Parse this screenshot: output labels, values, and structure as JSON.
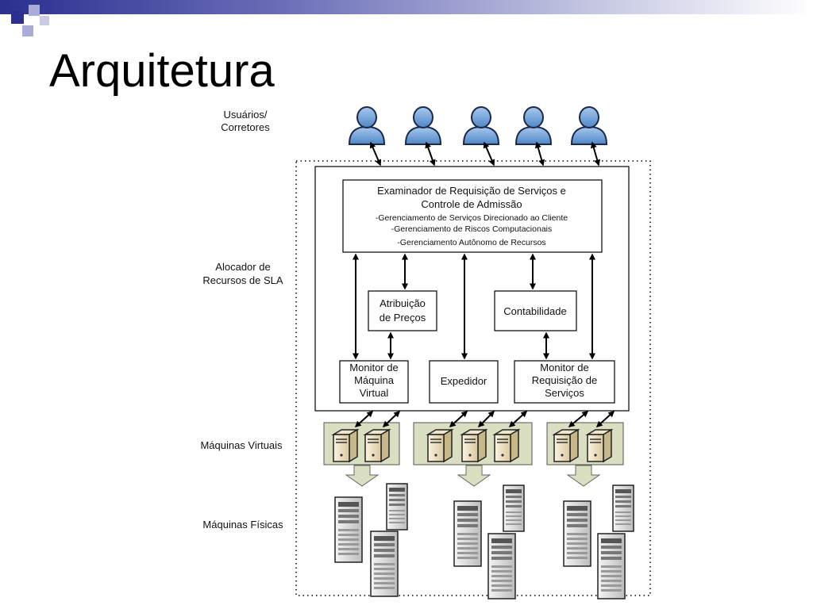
{
  "slide": {
    "title": "Arquitetura"
  },
  "labels": {
    "users": [
      "Usuários/",
      "Corretores"
    ],
    "allocator": [
      "Alocador de",
      "Recursos de SLA"
    ],
    "virtual_machines": "Máquinas Virtuais",
    "physical_machines": "Máquinas Físicas"
  },
  "components": {
    "examiner": {
      "title": [
        "Examinador de Requisição de Serviços e",
        "Controle de Admissão"
      ],
      "items": [
        "-Gerenciamento de Serviços Direcionado ao Cliente",
        "-Gerenciamento de Riscos Computacionais",
        "-Gerenciamento Autônomo de Recursos"
      ]
    },
    "pricing": [
      "Atribuição",
      "de Preços"
    ],
    "accounting": "Contabilidade",
    "vm_monitor": [
      "Monitor de",
      "Máquina",
      "Virtual"
    ],
    "dispatcher": "Expedidor",
    "request_monitor": [
      "Monitor de",
      "Requisição de",
      "Serviços"
    ]
  },
  "colors": {
    "user_fill": "#6f9fd4",
    "user_stroke": "#1b2a4a",
    "vm_group_fill": "#d9dfc0",
    "arrow_fill": "#d9dfc0",
    "header_band": "#2b2f8f"
  }
}
